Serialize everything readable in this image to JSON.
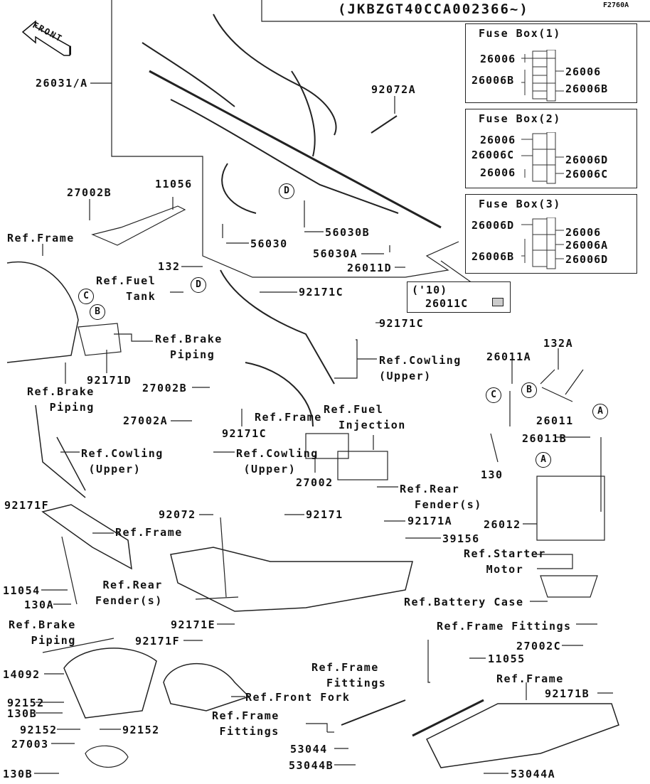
{
  "header": {
    "serial_range": "(JKBZGT40CCA002366~)",
    "figure_code": "F2760A",
    "front_arrow": "FRONT"
  },
  "fuse_boxes": [
    {
      "title": "Fuse Box(1)",
      "left_labels": [
        "26006",
        "26006B"
      ],
      "right_labels": [
        "26006",
        "26006B"
      ]
    },
    {
      "title": "Fuse Box(2)",
      "left_labels": [
        "26006",
        "26006C",
        "26006"
      ],
      "right_labels": [
        "26006D",
        "26006C"
      ]
    },
    {
      "title": "Fuse Box(3)",
      "left_labels": [
        "26006D",
        "26006B"
      ],
      "right_labels": [
        "26006",
        "26006A",
        "26006D"
      ]
    }
  ],
  "variant_box": {
    "year": "('10)",
    "part": "26011C"
  },
  "callouts": {
    "harness": "26031/A",
    "tie_a": "92072A",
    "p27002B_top": "27002B",
    "p11056": "11056",
    "ref_frame_1": "Ref.Frame",
    "p56030": "56030",
    "p56030B": "56030B",
    "p56030A": "56030A",
    "p26011D": "26011D",
    "p132": "132",
    "ref_fuel_tank": "Ref.Fuel\nTank",
    "p92171C_1": "92171C",
    "p92171C_2": "92171C",
    "ref_brake_piping_1": "Ref.Brake\n  Piping",
    "p92171D": "92171D",
    "ref_cowling_upper_1": "Ref.Cowling\n(Upper)",
    "ref_brake_piping_2": "Ref.Brake\n   Piping",
    "p27002B_mid": "27002B",
    "ref_frame_2": "Ref.Frame",
    "ref_fuel_injection": "Ref.Fuel\n  Injection",
    "p27002A": "27002A",
    "p92171C_3": "92171C",
    "ref_cowling_upper_2": "Ref.Cowling\n (Upper)",
    "ref_cowling_upper_3": "Ref.Cowling\n (Upper)",
    "p27002": "27002",
    "ref_rear_fender_1": "Ref.Rear\n  Fender(s)",
    "p92171F_1": "92171F",
    "p92072": "92072",
    "p92171": "92171",
    "p92171A": "92171A",
    "p39156": "39156",
    "ref_frame_3": "Ref.Frame",
    "p26011A": "26011A",
    "p132A": "132A",
    "p26011": "26011",
    "p26011B": "26011B",
    "p130": "130",
    "p26012": "26012",
    "ref_starter_motor": "Ref.Starter\n   Motor",
    "ref_battery_case": "Ref.Battery Case",
    "p11054": "11054",
    "p130A": "130A",
    "ref_rear_fender_2": "Ref.Rear\nFender(s)",
    "ref_brake_piping_3": "Ref.Brake\n   Piping",
    "p92171E": "92171E",
    "p92171F_2": "92171F",
    "p14092": "14092",
    "p92152_1": "92152",
    "p130B_1": "130B",
    "p92152_2": "92152",
    "p92152_3": "92152",
    "p27003": "27003",
    "p130B_2": "130B",
    "ref_front_fork": "Ref.Front Fork",
    "ref_frame_fittings_1": "Ref.Frame\nFittings",
    "ref_frame_fittings_2": "Ref.Frame\n  Fittings",
    "ref_frame_fittings_3": "Ref.Frame Fittings",
    "p27002C": "27002C",
    "p11055": "11055",
    "ref_frame_4": "Ref.Frame",
    "p92171B": "92171B",
    "p53044": "53044",
    "p53044B": "53044B",
    "p53044A": "53044A"
  },
  "reference_circles": {
    "a": "A",
    "b": "B",
    "c": "C",
    "d": "D"
  }
}
